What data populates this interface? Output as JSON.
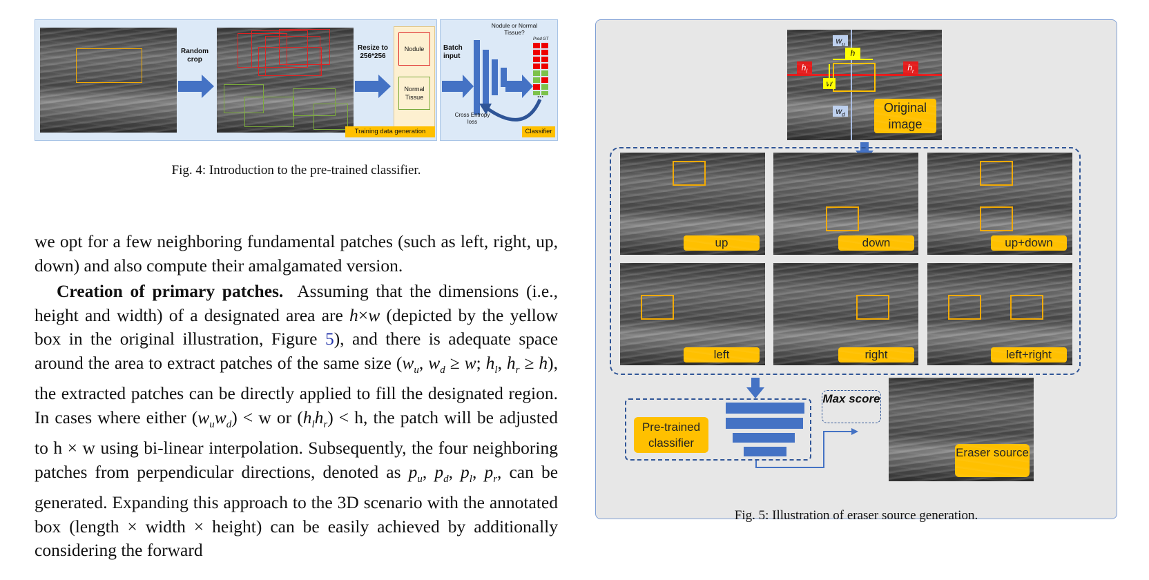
{
  "fig4": {
    "random_crop": "Random crop",
    "resize": "Resize to 256*256",
    "nodule": "Nodule",
    "normal_tissue": "Normal Tissue",
    "batch_input": "Batch input",
    "question": "Nodule or Normal Tissue?",
    "pred": "Pred",
    "gt": "GT",
    "ellipsis": "...",
    "cross_entropy": "Cross Entropy loss",
    "training_data_generation": "Training data generation",
    "classifier": "Classifier",
    "caption": "Fig. 4: Introduction to the pre-trained classifier."
  },
  "fig5": {
    "wu": "w",
    "wu_sub": "u",
    "wd": "w",
    "wd_sub": "d",
    "h": "h",
    "w": "w",
    "hl": "h",
    "hl_sub": "l",
    "hr": "h",
    "hr_sub": "r",
    "original_image": "Original image",
    "tiles": [
      "up",
      "down",
      "up+down",
      "left",
      "right",
      "left+right"
    ],
    "pretrained_classifier": "Pre-trained classifier",
    "max_score": "Max score",
    "eraser_source": "Eraser source",
    "caption": "Fig. 5: Illustration of eraser source generation."
  },
  "body": {
    "para1": "we opt for a few neighboring fundamental patches (such as left, right, up, down) and also compute their amalgamated version.",
    "heading": "Creation of primary patches.",
    "para2_a": "Assuming that the dimensions (i.e., height and width) of a designated area are",
    "para2_b": "(depicted by the yellow box in the original illustration, Figure",
    "fig_ref": "5",
    "para2_c": "), and there is adequate space around the area to extract patches of the same size (",
    "para2_d": "), the extracted patches can be directly applied to fill the designated region. In cases where either (",
    "para2_e": ") < w or (",
    "para2_f": ") < h, the patch will be adjusted to h × w using bi-linear interpolation. Subsequently, the four neighboring patches from perpendicular directions, denoted as",
    "para2_g": ", can be generated. Expanding this approach to the 3D scenario with the annotated box (length × width × height) can be easily achieved by additionally considering the forward"
  }
}
